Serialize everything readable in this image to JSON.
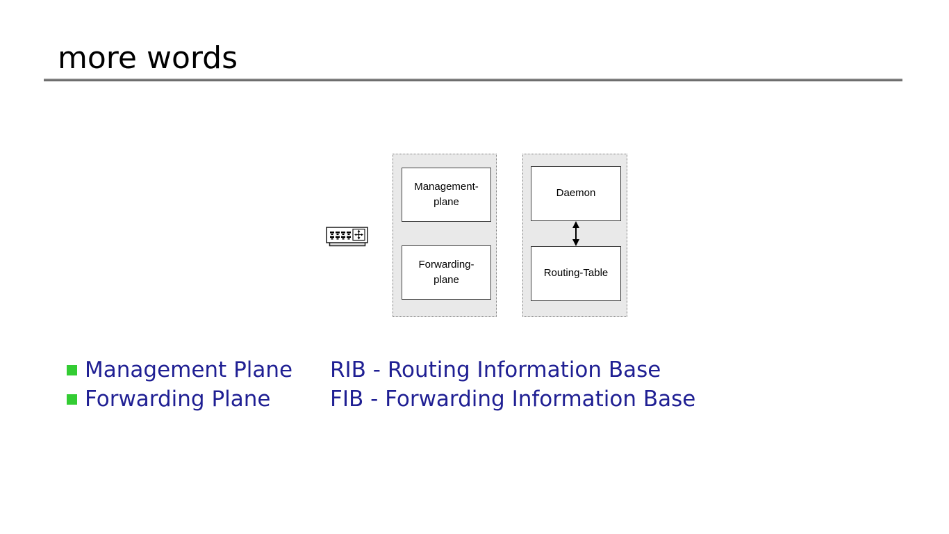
{
  "title": "more words",
  "diagram": {
    "plane_group": {
      "management_box": "Management-\nplane",
      "forwarding_box": "Forwarding-\nplane"
    },
    "daemon_group": {
      "daemon_box": "Daemon",
      "routing_table_box": "Routing-Table"
    },
    "icons": {
      "router_icon": "router-device-icon",
      "arrow_icon": "up-down-arrow-icon"
    }
  },
  "bullets": [
    {
      "label": "Management Plane",
      "definition": "RIB - Routing Information Base"
    },
    {
      "label": "Forwarding Plane",
      "definition": "FIB - Forwarding Information Base"
    }
  ],
  "colors": {
    "bullet_green": "#33cc33",
    "body_text_navy": "#1f1f93",
    "container_fill": "#e9e9e9",
    "rule_light": "#d9d9d9",
    "rule_dark": "#6e6e6e"
  }
}
